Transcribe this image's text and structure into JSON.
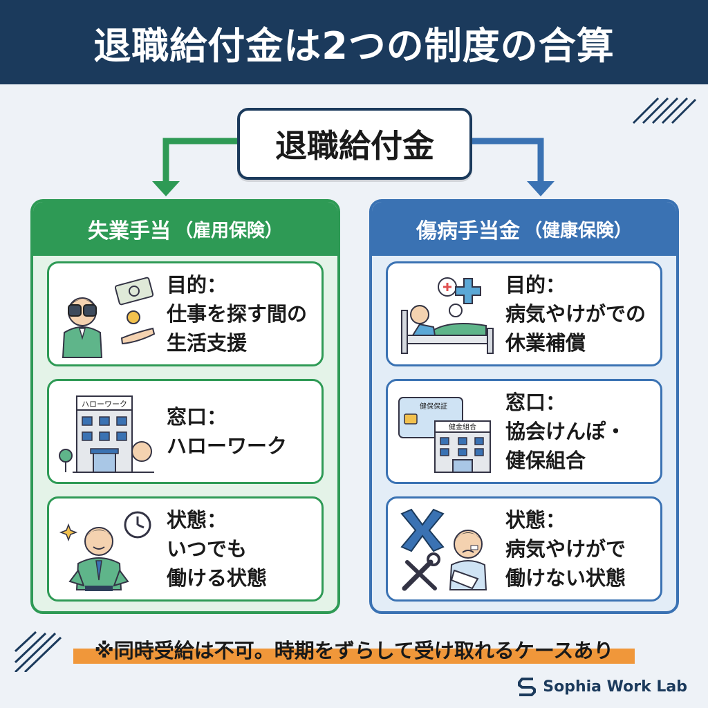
{
  "header": {
    "title": "退職給付金は2つの制度の合算"
  },
  "root": {
    "label": "退職給付金"
  },
  "left_panel": {
    "title": "失業手当",
    "subtitle": "（雇用保険）",
    "cards": [
      {
        "line1": "目的：",
        "line2": "仕事を探す間の",
        "line3": "生活支援"
      },
      {
        "line1": "窓口：",
        "line2": "ハローワーク",
        "line3": ""
      },
      {
        "line1": "状態：",
        "line2": "いつでも",
        "line3": "働ける状態"
      }
    ],
    "building_sign": "ハローワーク"
  },
  "right_panel": {
    "title": "傷病手当金",
    "subtitle": "（健康保険）",
    "cards": [
      {
        "line1": "目的：",
        "line2": "病気やけがでの",
        "line3": "休業補償"
      },
      {
        "line1": "窓口：",
        "line2": "協会けんぽ・",
        "line3": "健保組合"
      },
      {
        "line1": "状態：",
        "line2": "病気やけがで",
        "line3": "働けない状態"
      }
    ],
    "card_label": "健保保証",
    "building_sign": "健金組合"
  },
  "note": {
    "text": "※同時受給は不可。時期をずらして受け取れるケースあり"
  },
  "brand": {
    "name": "Sophia Work Lab"
  },
  "colors": {
    "navy": "#1b3a5c",
    "green": "#2e9a55",
    "blue": "#3a72b3",
    "orange": "#f0973a"
  }
}
